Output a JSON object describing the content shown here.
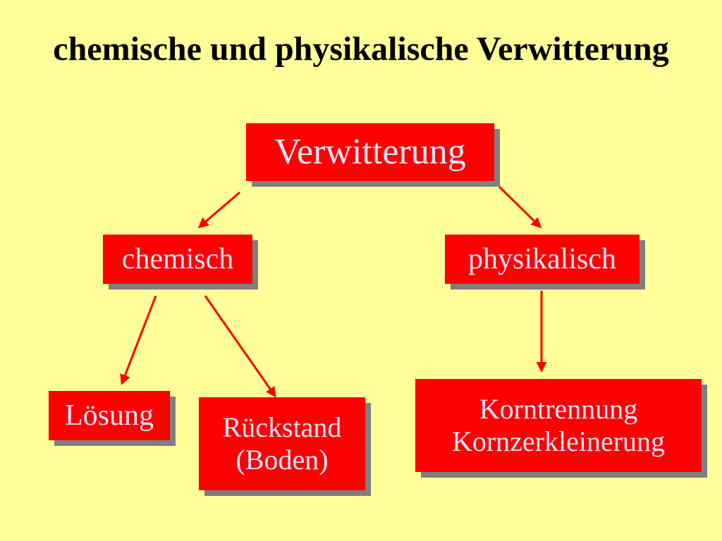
{
  "title": "chemische und physikalische Verwitterung",
  "nodes": {
    "root": "Verwitterung",
    "chemical": "chemisch",
    "physical": "physikalisch",
    "solution": "Lösung",
    "residue_line1": "Rückstand",
    "residue_line2": "(Boden)",
    "grain_line1": "Korntrennung",
    "grain_line2": "Kornzerkleinerung"
  },
  "colors": {
    "background": "#FFFF99",
    "box": "#FF0000",
    "box_text": "#E6E6FF",
    "shadow": "#7F7F7F",
    "arrow": "#FF0000"
  }
}
